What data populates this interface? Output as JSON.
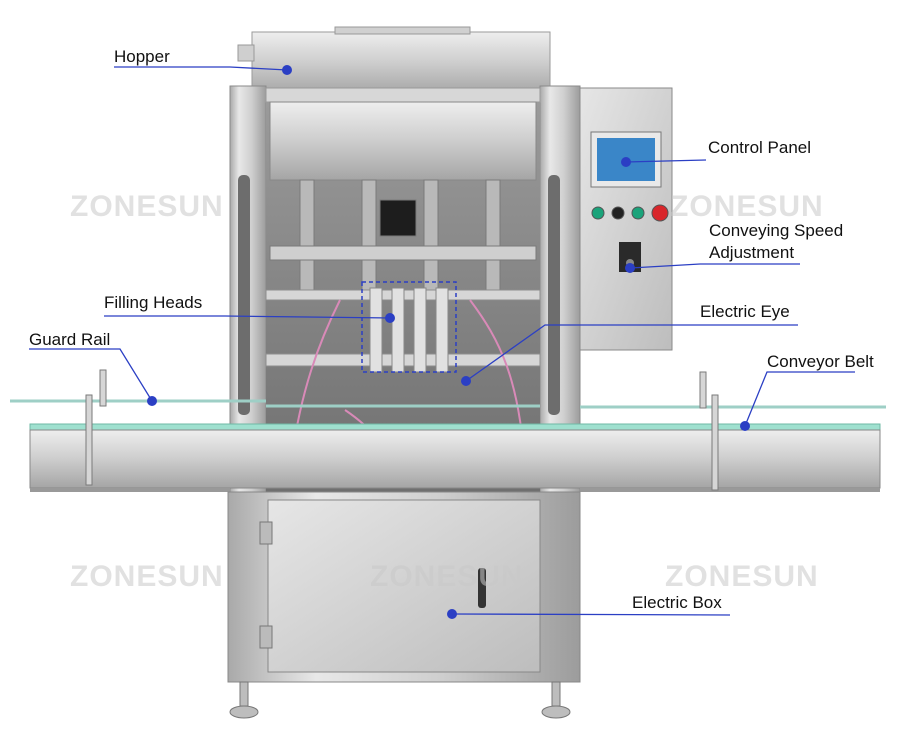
{
  "labels": {
    "hopper": "Hopper",
    "control_panel": "Control Panel",
    "conveying_speed_line1": "Conveying Speed",
    "conveying_speed_line2": "Adjustment",
    "filling_heads": "Filling Heads",
    "electric_eye": "Electric Eye",
    "guard_rail": "Guard Rail",
    "conveyor_belt": "Conveyor Belt",
    "electric_box": "Electric Box"
  },
  "watermark": "ZONESUN",
  "colors": {
    "leader_line": "#2b3fc4",
    "steel_light": "#e4e4e4",
    "steel_mid": "#c4c4c4",
    "steel_dark": "#8f8f8f",
    "belt_green": "#9fe0cf",
    "screen_blue": "#3a86c8",
    "button_green": "#1aa37a",
    "button_red": "#d9262b",
    "button_black": "#222222",
    "hose_pink": "#d98ab8"
  }
}
